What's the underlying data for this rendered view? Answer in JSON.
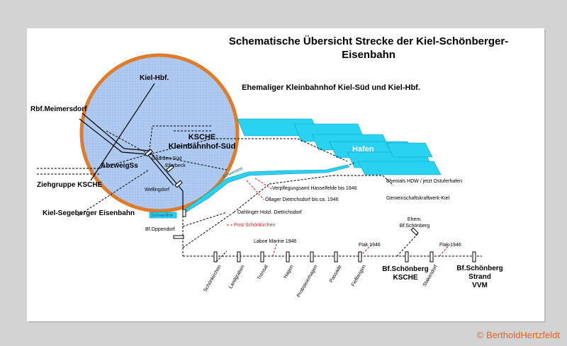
{
  "title_line1": "Schematische Übersicht Strecke der Kiel-Schönberger-",
  "title_line2": "Eisenbahn",
  "subtitle": "Ehemaliger Kleinbahnhof Kiel-Süd  und  Kiel-Hbf.",
  "labels": {
    "kiel_hbf": "Kiel-Hbf.",
    "rbf": "Rbf.Meimersdorf",
    "ksche1": "KSCHE",
    "ksche2": "Kleinbahnhof-Süd",
    "gaarden": "Gaarden-Süd",
    "ellerbeck": "Ellerbeck",
    "abzweig": "AbzweigSs",
    "wellingdorf": "Wellingdorf",
    "ziehgruppe": "Ziehgruppe KSCHE",
    "segeberger": "Kiel-Segeberger Eisenbahn",
    "hafen": "Hafen",
    "hdw": "Ehemals HDW / jetzt Ostuferhafen",
    "gkw": "Gemeinschaftskraftwerk-Kiel",
    "verpflegung": "Verpflegungsamt Hasselfelde bis 1946",
    "oellager": "Öllager Dietrichsdorf bis ca. 1946",
    "dahlinger": "Dahlinger Holzl. Dietrichsdorf",
    "post": "Post Schönkirchen",
    "oppendorf": "Bf.Oppendorf",
    "laboe": "Laboe Marine 1946",
    "flak1": "Flak 1946",
    "flak2": "Flak 1946",
    "ehem1": "Ehem.",
    "ehem2": "Bf.Schönberg",
    "sb_ksche1": "Bf.Schönberg",
    "sb_ksche2": "KSCHE",
    "strand1": "Bf.Schönberg",
    "strand2": "Strand",
    "strand3": "VVM",
    "schwentine": "Schwentine",
    "schwentine2": "Schwentine"
  },
  "stations": [
    "Schönkirchen",
    "Landgraben",
    "Trensal",
    "Hagen",
    "Probsteierhagen",
    "Passade",
    "Fiefbergen",
    "Stakendorf"
  ],
  "copyright": "© BertholdHertzfeldt",
  "colors": {
    "circle_fill": "#a9c6ef",
    "circle_stroke": "#e07b2a",
    "water": "#29d2f0",
    "red": "#e02020"
  }
}
